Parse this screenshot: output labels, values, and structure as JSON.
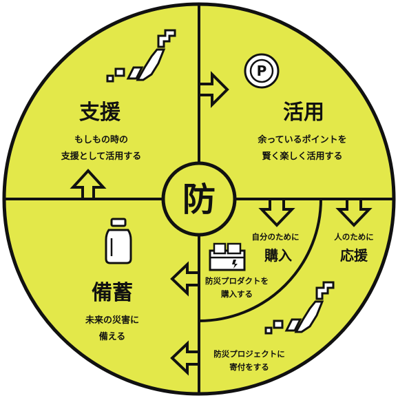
{
  "colors": {
    "fill": "#E3E84A",
    "ink": "#111111",
    "background": "#FFFFFF"
  },
  "center": {
    "glyph": "防"
  },
  "quadrants": {
    "top_left": {
      "title": "支援",
      "lines": [
        "もしもの時の",
        "支援として活用する"
      ],
      "icon": "japan-map-icon"
    },
    "top_right": {
      "title": "活用",
      "lines": [
        "余っているポイントを",
        "賢く楽しく活用する"
      ],
      "icon": "point-coin-icon",
      "icon_text": "P"
    },
    "bottom_left": {
      "title": "備蓄",
      "lines": [
        "未来の災害に",
        "備える"
      ],
      "icon": "water-bottle-icon"
    },
    "bottom_right": {
      "purchase": {
        "small": "自分のために",
        "title": "購入"
      },
      "support": {
        "small": "人のために",
        "title": "応援"
      },
      "purchase_desc": [
        "防災プロダクトを",
        "購入する"
      ],
      "support_desc": [
        "防災プロジェクトに",
        "寄付をする"
      ],
      "icons": [
        "disaster-kit-icon",
        "japan-map-icon"
      ]
    }
  }
}
